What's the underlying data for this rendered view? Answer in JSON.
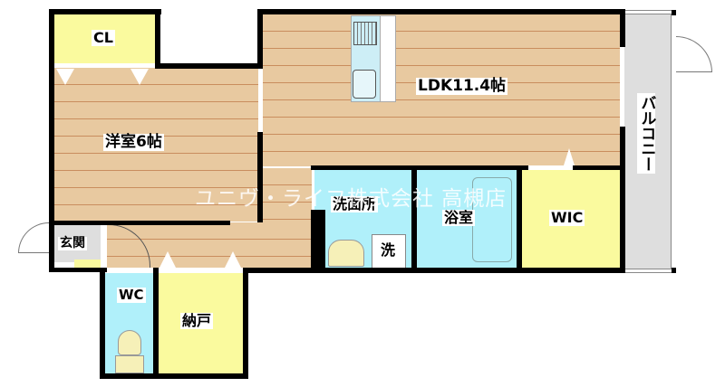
{
  "floorplan": {
    "rooms": {
      "closet": {
        "label": "CL"
      },
      "western_room": {
        "label": "洋室6帖"
      },
      "ldk": {
        "label": "LDK11.4帖"
      },
      "balcony": {
        "label": "バルコニー"
      },
      "washroom": {
        "label": "洗面所"
      },
      "washer": {
        "label": "洗"
      },
      "bathroom": {
        "label": "浴室"
      },
      "wic": {
        "label": "WIC"
      },
      "entrance": {
        "label": "玄関"
      },
      "wc": {
        "label": "WC"
      },
      "storage": {
        "label": "納戸"
      }
    },
    "watermark": "ユニヴ・ライフ株式会社 高槻店",
    "colors": {
      "wood": "#e8c9a0",
      "wood_seam": "#c98d5e",
      "storage_yellow": "#fafa9e",
      "wet_area_cyan": "#b0f0fa",
      "balcony_gray": "#dedede",
      "wall": "#000000"
    }
  }
}
